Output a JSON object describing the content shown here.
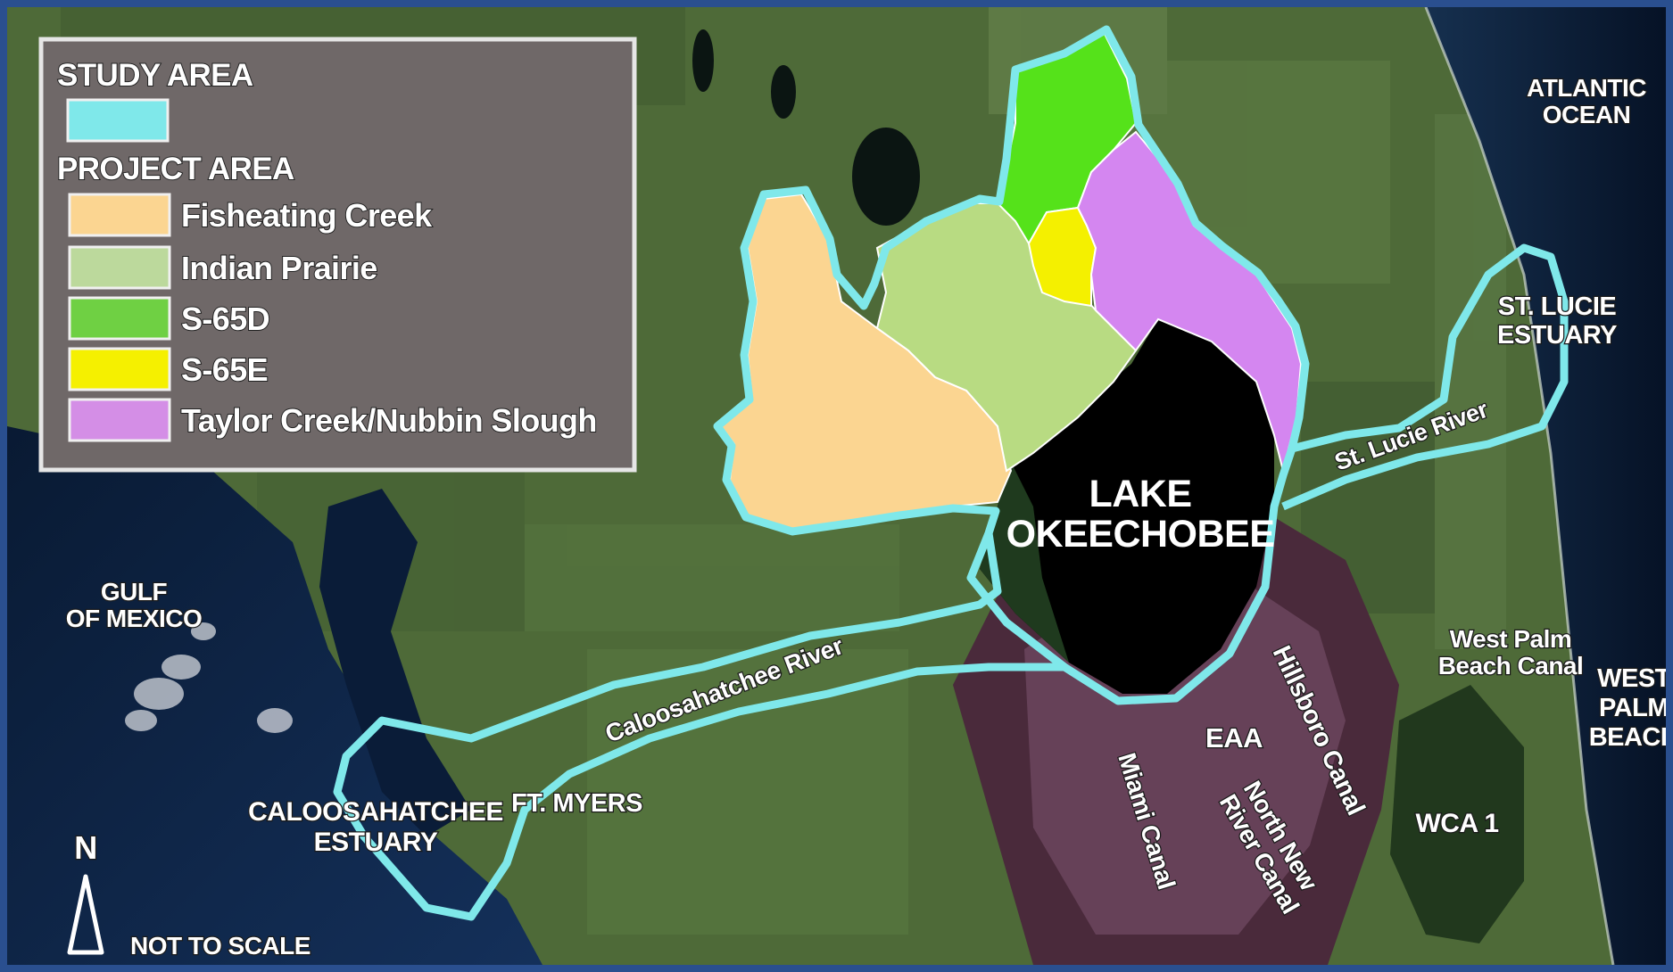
{
  "legend": {
    "study_title": "STUDY AREA",
    "project_title": "PROJECT AREA",
    "study_color": "#7fe8ea",
    "items": [
      {
        "label": "Fisheating Creek",
        "color": "#fbd591"
      },
      {
        "label": "Indian Prairie",
        "color": "#bcd99c"
      },
      {
        "label": "S-65D",
        "color": "#6fd043"
      },
      {
        "label": "S-65E",
        "color": "#f5f000"
      },
      {
        "label": "Taylor Creek/Nubbin Slough",
        "color": "#d48ee6"
      }
    ]
  },
  "colors": {
    "study_outline": "#7fe8ea",
    "fisheating": "#fbd591",
    "indian_prairie": "#b8db82",
    "s65d": "#55e21a",
    "s65e": "#f4f000",
    "taylor": "#d486f0",
    "lake": "#000000",
    "water": "#0a1c3d",
    "land": "#4e6a38",
    "eaa": "#4a2a3b"
  },
  "labels": {
    "atlantic": [
      "ATLANTIC",
      "OCEAN"
    ],
    "gulf": [
      "GULF",
      "OF MEXICO"
    ],
    "lake": [
      "LAKE",
      "OKEECHOBEE"
    ],
    "st_lucie_estuary": [
      "ST. LUCIE",
      "ESTUARY"
    ],
    "st_lucie_river": "St. Lucie River",
    "caloosahatchee_river": "Caloosahatchee River",
    "caloosahatchee_estuary": [
      "CALOOSAHATCHEE",
      "ESTUARY"
    ],
    "ft_myers": "FT. MYERS",
    "west_palm_canal": [
      "West Palm",
      "Beach Canal"
    ],
    "west_palm_beach": [
      "WEST",
      "PALM",
      "BEACH"
    ],
    "hillsboro": "Hillsboro Canal",
    "eaa": "EAA",
    "miami_canal": "Miami Canal",
    "north_new_river": [
      "North New",
      "River Canal"
    ],
    "wca1": "WCA 1",
    "north": "N",
    "scale_note": "NOT TO SCALE"
  }
}
